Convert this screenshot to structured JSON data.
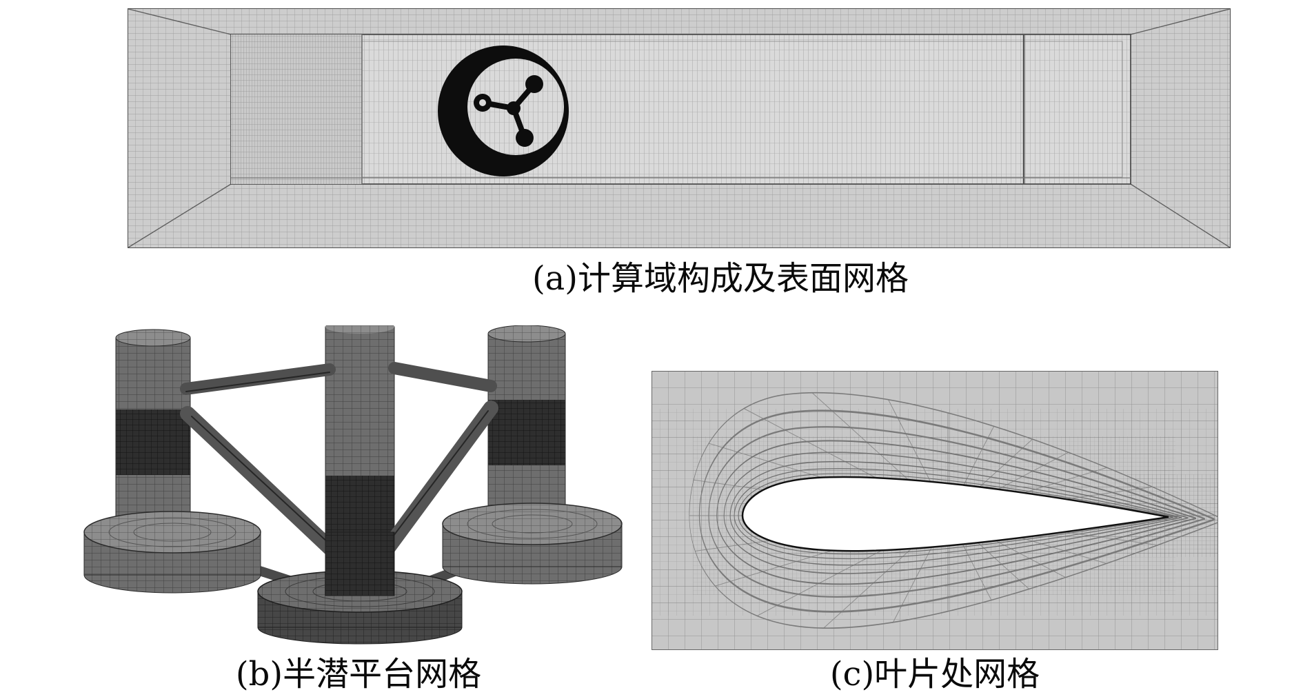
{
  "figure": {
    "panels": {
      "a": {
        "caption": "(a)计算域构成及表面网格"
      },
      "b": {
        "caption": "(b)半潜平台网格"
      },
      "c": {
        "caption": "(c)叶片处网格"
      }
    },
    "colors": {
      "page_background": "#ffffff",
      "domain_panel_background": "#d6d6d6",
      "mesh_line": "#979797",
      "rotor_disk": "#0d0d0d",
      "platform_fill": "#6e6e6e",
      "platform_dark_band": "#2f2f2f",
      "airfoil_fill": "#ffffff",
      "caption_color": "#0a0a0a"
    }
  }
}
